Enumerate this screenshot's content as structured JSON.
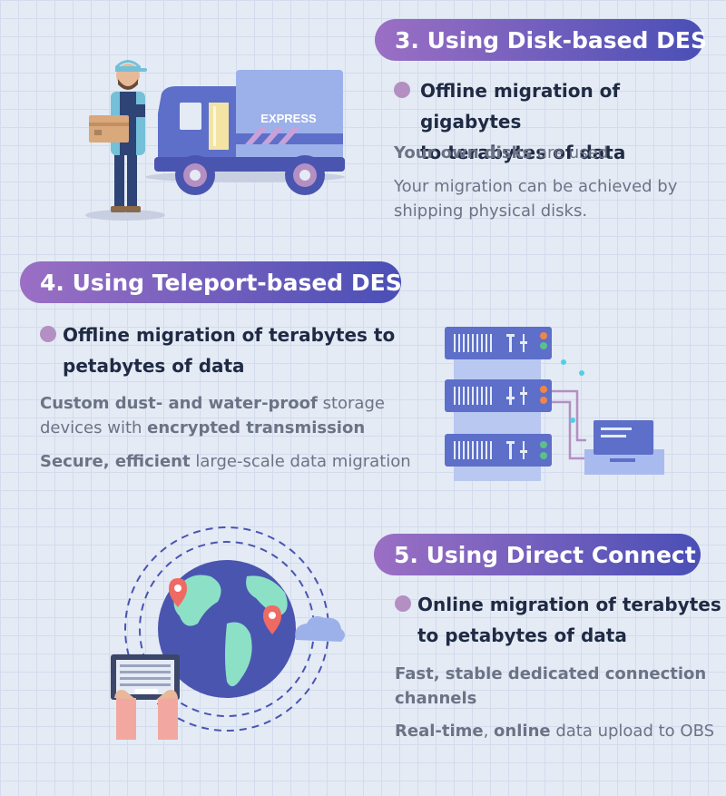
{
  "sections": [
    {
      "title": "3. Using Disk-based DES",
      "headline_line1": "Offline migration of gigabytes",
      "headline_line2": "to terabytes of data",
      "p1_bold": "Your own disks",
      "p1_rest": " are used.",
      "p2_line1": "Your migration can be achieved by",
      "p2_line2": "shipping physical disks.",
      "truck_label": "EXPRESS"
    },
    {
      "title": "4. Using Teleport-based DES",
      "headline_line1": "Offline migration of terabytes to",
      "headline_line2": "petabytes of data",
      "p1_bold1": "Custom dust- and water-proof",
      "p1_rest1": " storage",
      "p1_rest2": "devices with ",
      "p1_bold2": "encrypted transmission",
      "p2_bold": "Secure, efficient",
      "p2_rest": " large-scale data migration"
    },
    {
      "title": "5. Using Direct Connect",
      "headline_line1": "Online migration of terabytes",
      "headline_line2": "to petabytes of data",
      "p1_line1": "Fast, stable dedicated connection",
      "p1_line2": "channels",
      "p2_bold1": "Real-time",
      "p2_sep": ", ",
      "p2_bold2": "online",
      "p2_rest": " data upload to OBS"
    }
  ],
  "colors": {
    "pill_start": "#9b6fc4",
    "pill_end": "#4a4fb6",
    "bullet": "#b48fc2",
    "text_dark": "#1f2a44",
    "text_muted": "#6b7385",
    "illustration_blue": "#5d6fc9",
    "illustration_light_blue": "#9cb0ea"
  }
}
